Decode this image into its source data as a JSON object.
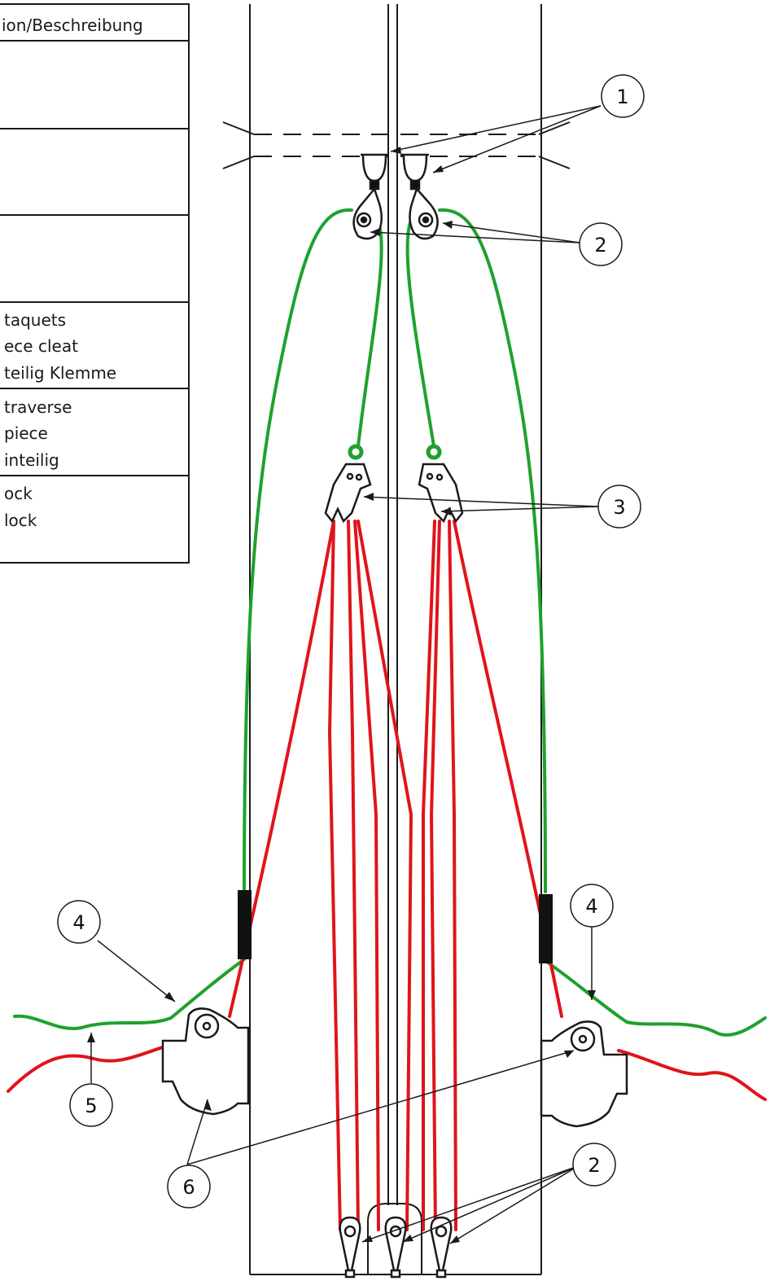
{
  "table": {
    "header": "ion/Beschreibung",
    "rows": [
      {
        "lines": []
      },
      {
        "lines": []
      },
      {
        "lines": []
      },
      {
        "lines": [
          "taquets",
          "ece cleat",
          "teilig Klemme"
        ]
      },
      {
        "lines": [
          "traverse",
          " piece",
          "inteilig"
        ]
      },
      {
        "lines": [
          "ock",
          "lock"
        ]
      }
    ]
  },
  "callouts": [
    "1",
    "2",
    "3",
    "4",
    "4",
    "2",
    "5",
    "6"
  ],
  "colors": {
    "green_line": "#1fa12d",
    "red_line": "#e0141b",
    "outline": "#1a1a1a",
    "cleat_body": "#111111"
  }
}
